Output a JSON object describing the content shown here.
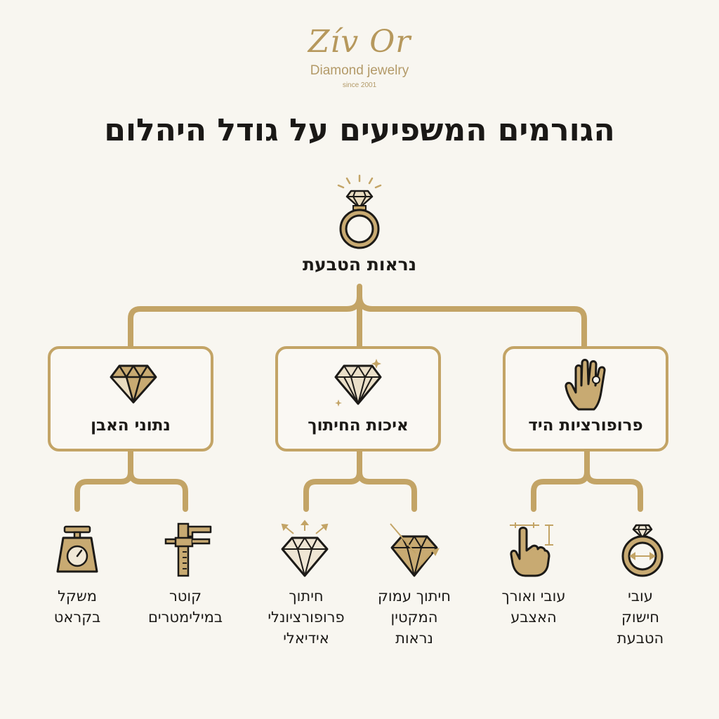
{
  "brand": {
    "name": "Zív Or",
    "subtitle": "Diamond jewelry",
    "since": "since 2001"
  },
  "title": "הגורמים המשפיעים על גודל היהלום",
  "root": {
    "label": "נראות הטבעת",
    "icon": "diamond-ring-icon"
  },
  "categories": [
    {
      "label": "פרופורציות היד",
      "icon": "hand-with-ring-icon",
      "children": [
        {
          "lines": [
            "עובי",
            "חישוק",
            "הטבעת"
          ],
          "icon": "ring-band-thickness-icon"
        },
        {
          "lines": [
            "עובי ואורך",
            "האצבע"
          ],
          "icon": "finger-measure-icon"
        }
      ]
    },
    {
      "label": "איכות החיתוך",
      "icon": "sparkling-diamond-icon",
      "children": [
        {
          "lines": [
            "חיתוך עמוק",
            "המקטין",
            "נראות"
          ],
          "icon": "deep-cut-diamond-icon"
        },
        {
          "lines": [
            "חיתוך",
            "פרופורציונלי",
            "אידיאלי"
          ],
          "icon": "ideal-cut-diamond-icon"
        }
      ]
    },
    {
      "label": "נתוני האבן",
      "icon": "diamond-icon",
      "children": [
        {
          "lines": [
            "קוטר",
            "במילימטרים"
          ],
          "icon": "caliper-icon"
        },
        {
          "lines": [
            "משקל",
            "בקראט"
          ],
          "icon": "scale-icon"
        }
      ]
    }
  ],
  "colors": {
    "gold": "#c3a466",
    "dark": "#1c1a17",
    "fill": "#c8aa72",
    "background": "#f8f6f0"
  }
}
